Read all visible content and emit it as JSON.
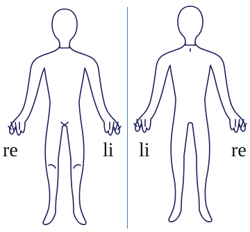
{
  "labels": {
    "front_right": "re",
    "front_left": "li",
    "back_left": "li",
    "back_right": "re"
  },
  "colors": {
    "outline": "#1f1f5a",
    "divider": "#4a7fb5",
    "text": "#111111"
  }
}
